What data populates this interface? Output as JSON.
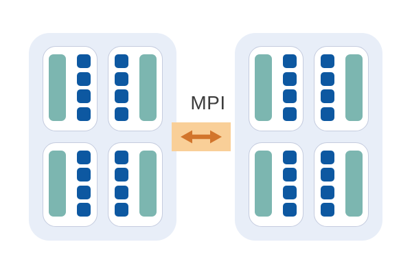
{
  "diagram": {
    "connector": {
      "label": "MPI",
      "icon": "double-arrow-icon"
    },
    "colors": {
      "node_fill": "#E8EEF8",
      "socket_fill": "#FFFFFF",
      "socket_border": "#C4CBDE",
      "core_blue": "#0D58A1",
      "bar_teal": "#7CB6B0",
      "connector_fill": "#F9CF98",
      "arrow_orange": "#D2752C",
      "label_color": "#3C3C3C"
    },
    "nodes": [
      {
        "id": "node-left",
        "sockets": [
          {
            "bar_side": "left",
            "cores": 4
          },
          {
            "bar_side": "right",
            "cores": 4
          },
          {
            "bar_side": "left",
            "cores": 4
          },
          {
            "bar_side": "right",
            "cores": 4
          }
        ]
      },
      {
        "id": "node-right",
        "sockets": [
          {
            "bar_side": "left",
            "cores": 4
          },
          {
            "bar_side": "right",
            "cores": 4
          },
          {
            "bar_side": "left",
            "cores": 4
          },
          {
            "bar_side": "right",
            "cores": 4
          }
        ]
      }
    ]
  }
}
